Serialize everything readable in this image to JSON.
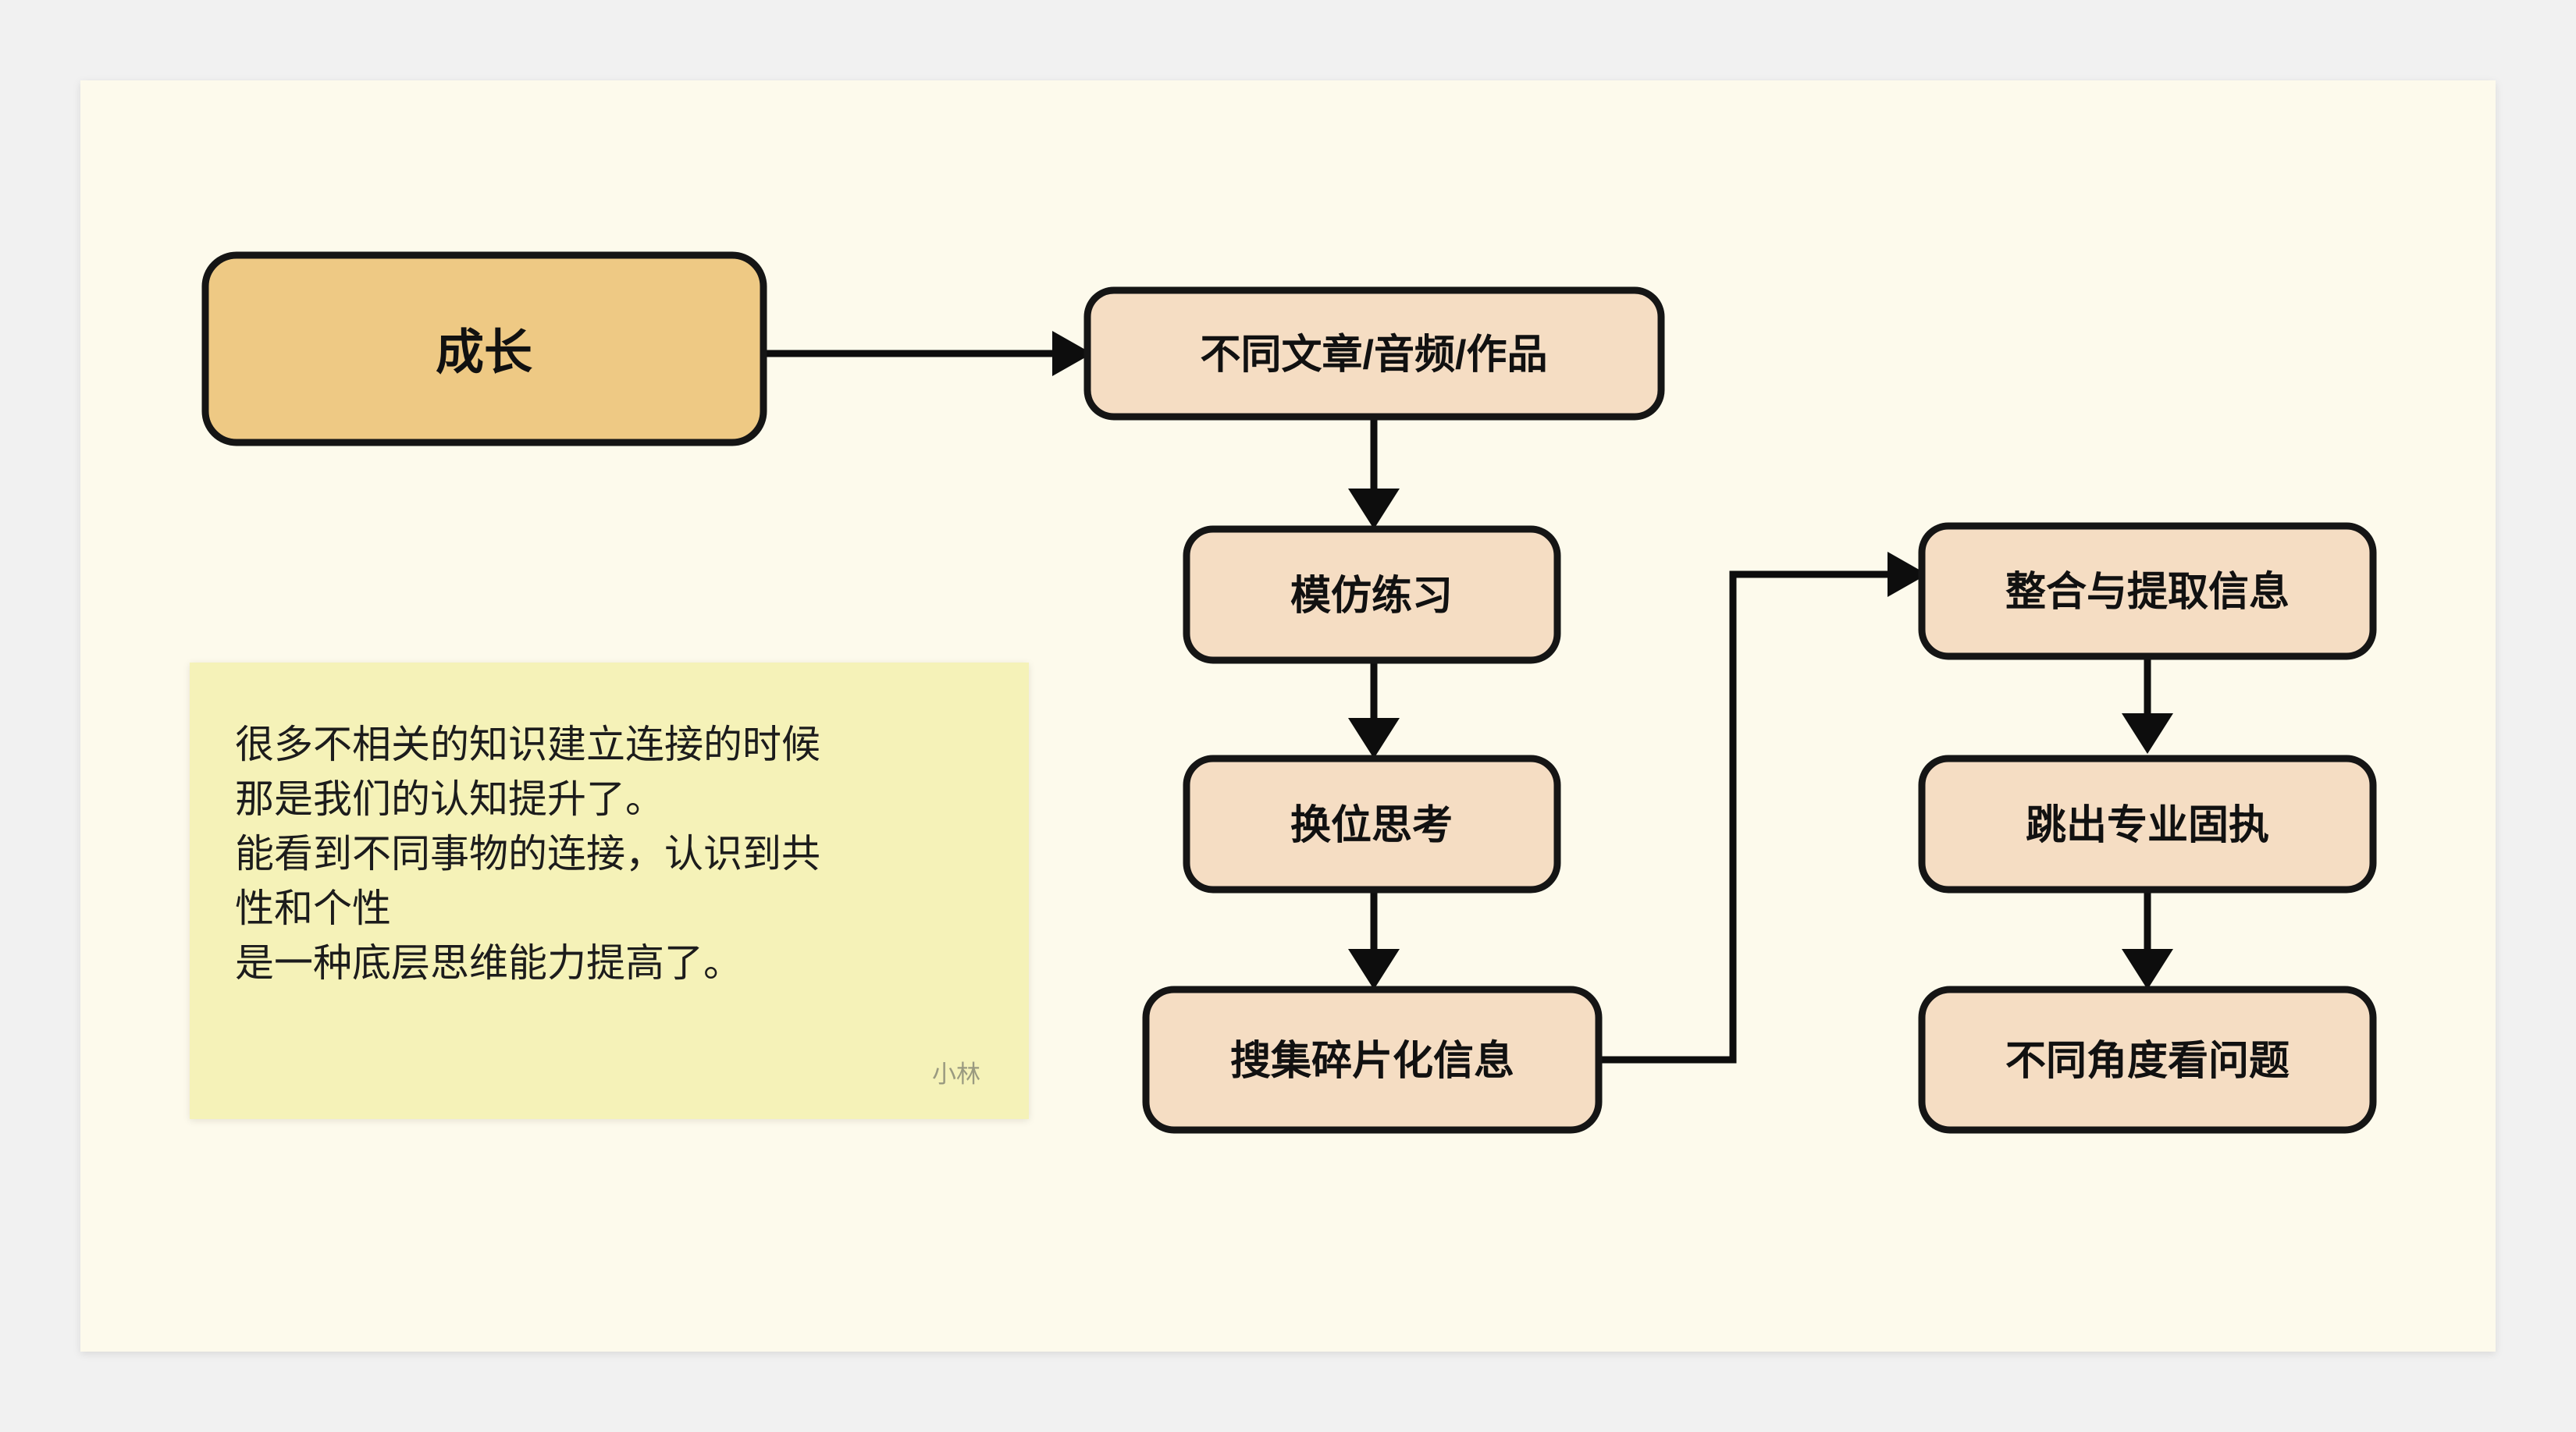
{
  "canvas": {
    "background_color": "#fdfaec",
    "outer_background_color": "#f1f1f1"
  },
  "diagram": {
    "type": "flowchart",
    "root_node_color": "#eec984",
    "node_color": "#f5ddc3",
    "border_color": "#151515",
    "nodes": [
      {
        "id": "root",
        "label": "成长"
      },
      {
        "id": "sources",
        "label": "不同文章/音频/作品"
      },
      {
        "id": "imitate",
        "label": "模仿练习"
      },
      {
        "id": "empathy",
        "label": "换位思考"
      },
      {
        "id": "collect",
        "label": "搜集碎片化信息"
      },
      {
        "id": "integrate",
        "label": "整合与提取信息"
      },
      {
        "id": "breakout",
        "label": "跳出专业固执"
      },
      {
        "id": "angles",
        "label": "不同角度看问题"
      }
    ],
    "edges": [
      {
        "from": "root",
        "to": "sources",
        "style": "straight-right"
      },
      {
        "from": "sources",
        "to": "imitate",
        "style": "straight-down"
      },
      {
        "from": "imitate",
        "to": "empathy",
        "style": "straight-down"
      },
      {
        "from": "empathy",
        "to": "collect",
        "style": "straight-down"
      },
      {
        "from": "collect",
        "to": "integrate",
        "style": "elbow-right-up-right"
      },
      {
        "from": "integrate",
        "to": "breakout",
        "style": "straight-down"
      },
      {
        "from": "breakout",
        "to": "angles",
        "style": "straight-down"
      }
    ]
  },
  "note": {
    "background_color": "#f5f2b8",
    "lines": [
      "很多不相关的知识建立连接的时候",
      "那是我们的认知提升了。",
      "能看到不同事物的连接，认识到共",
      "性和个性",
      "是一种底层思维能力提高了。"
    ],
    "signature": "小林",
    "signature_color": "#9a9a80"
  }
}
